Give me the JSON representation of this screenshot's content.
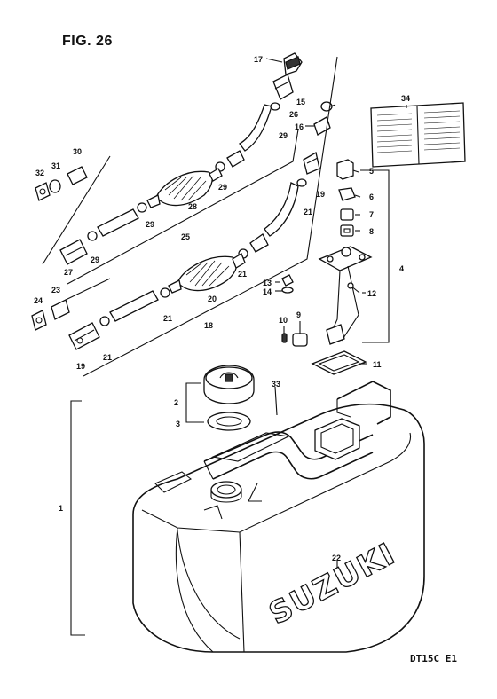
{
  "figure": {
    "title": "FIG. 26",
    "model_code": "DT15C E1"
  },
  "tank_brand": "SUZUKI",
  "labels": {
    "p1": "1",
    "p2": "2",
    "p3": "3",
    "p4": "4",
    "p5": "5",
    "p6": "6",
    "p7": "7",
    "p8": "8",
    "p9": "9",
    "p10": "10",
    "p11": "11",
    "p12": "12",
    "p13": "13",
    "p14": "14",
    "p15": "15",
    "p16": "16",
    "p17": "17",
    "p18": "18",
    "p19a": "19",
    "p19b": "19",
    "p20": "20",
    "p21a": "21",
    "p21b": "21",
    "p21c": "21",
    "p21d": "21",
    "p22": "22",
    "p23": "23",
    "p24": "24",
    "p25": "25",
    "p26": "26",
    "p27": "27",
    "p28": "28",
    "p29a": "29",
    "p29b": "29",
    "p29c": "29",
    "p29d": "29",
    "p30": "30",
    "p31": "31",
    "p32": "32",
    "p33": "33",
    "p34": "34"
  }
}
